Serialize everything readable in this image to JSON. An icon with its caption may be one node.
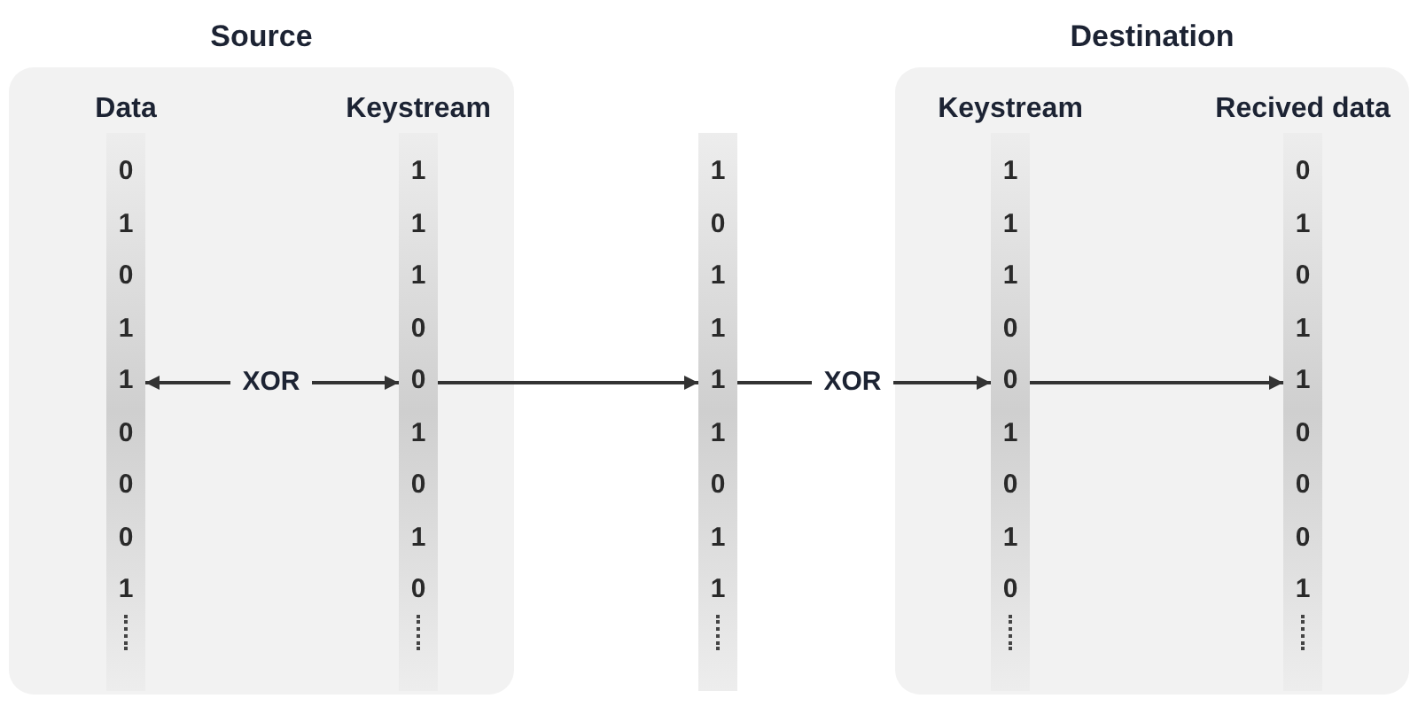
{
  "diagram": {
    "nodes": [
      {
        "text": [
          "Source"
        ]
      },
      {
        "text": [
          "Data",
          "0 1 0 1 1 0 0 0 1"
        ],
        "in": 0
      },
      {
        "text": [
          "XOR"
        ],
        "in": 0
      },
      {
        "text": [
          "Keystream",
          "1 1 1 0 0 1 0 1 0"
        ],
        "in": 0
      },
      {
        "text": [
          "1 0 1 1 1 1 0 1 1"
        ]
      },
      {
        "text": [
          "XOR"
        ]
      },
      {
        "text": [
          "Destination"
        ]
      },
      {
        "text": [
          "Keystream",
          "1 1 1 0 0 1 0 1 0"
        ],
        "in": 6
      },
      {
        "text": [
          "Recived data",
          "0 1 0 1 1 0 0 0 1"
        ],
        "in": 6
      }
    ],
    "edges": [
      {
        "from": 2,
        "to": 1,
        "arrow": "to"
      },
      {
        "from": 2,
        "to": 3,
        "arrow": "to"
      },
      {
        "from": 3,
        "to": 4,
        "arrow": "to"
      },
      {
        "from": 4,
        "to": 5,
        "arrow": "none"
      },
      {
        "from": 5,
        "to": 7,
        "arrow": "to"
      },
      {
        "from": 7,
        "to": 8,
        "arrow": "to"
      }
    ]
  }
}
